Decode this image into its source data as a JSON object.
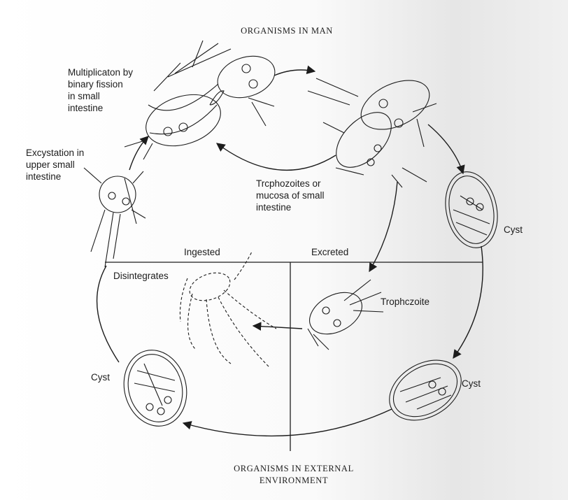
{
  "title_top": "ORGANISMS IN MAN",
  "title_bottom": "ORGANISMS IN EXTERNAL\nENVIRONMENT",
  "stages": {
    "multiplication": "Multiplicaton by\nbinary fission\nin small\nintestine",
    "excystation": "Excystation in\nupper small\nintestine",
    "trophozoites_mucosa": "Trcphozoites or\nmucosa of small\nintestine",
    "cyst_right": "Cyst",
    "ingested": "Ingested",
    "excreted": "Excreted",
    "disintegrates": "Disintegrates",
    "trophozoite": "Trophczoite",
    "cyst_lower_right": "Cyst",
    "cyst_lower_left": "Cyst"
  },
  "colors": {
    "ink": "#1c1c1c"
  }
}
